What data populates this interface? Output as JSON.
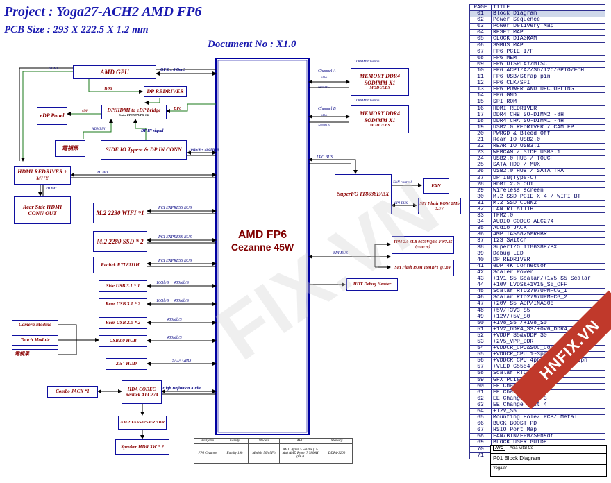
{
  "header": {
    "project": "Project : Yoga27-ACH2 AMD FP6",
    "pcb_size": "PCB Size : 293 X 222.5 X 1.2 mm",
    "document_no": "Document No : X1.0"
  },
  "cpu": {
    "name": "AMD FP6",
    "codename": "Cezanne 45W"
  },
  "blocks": {
    "amd_gpu": "AMD GPU",
    "dp_redriver": "DP REDRIVER",
    "edp_panel": "eDP Panel",
    "dp_hdmi_bridge": "DP/HDMI to eDP bridge",
    "bridge_sub": "Scaler RTD2797UPM-CG",
    "video_switch": "電視果",
    "side_io": "SIDE IO Type-c & DP IN CONN",
    "hdmi_redriver": "HDMI REDRIVER + MUX",
    "rear_hdmi": "Rear Side HDMI CONN OUT",
    "m2_wifi": "M.2 2230 WIFI *1",
    "m2_ssd": "M.2 2280 SSD * 2",
    "lan": "Realtek RTL8111H",
    "side_usb31": "Side USB 3.1 * 1",
    "rear_usb31": "Rear USB 3.1 * 2",
    "rear_usb20": "Rear USB 2.0 * 2",
    "camera": "Camera Module",
    "touch": "Touch Module",
    "video_switch2": "電視果",
    "usb_hub": "USB2.0 HUB",
    "hdd": "2.5\" HDD",
    "combo_jack": "Combo JACK *1",
    "hda_codec": "HDA CODEC Realtek ALC274",
    "amp": "AMP TAS5825MRHBR",
    "speaker": "Speaker HDR 3W * 2",
    "memory_a": "MEMORY DDR4 SODIMM X1",
    "memory_b": "MEMORY DDR4 SODIMM X1",
    "memory_modules": "MODULES",
    "superio": "SuperI/O IT8638E/BX",
    "fan": "FAN",
    "spi_rom_2mb": "SPI Flash ROM 2Mb 3.3V",
    "tpm": "TPM 2.0 SLB 9670VQ2.0 FW7.85 (reserve)",
    "spi_rom_16mb": "SPI Flash ROM 16MB*1 @1.8V",
    "hdt_debug": "HDT Debug Header"
  },
  "bus_labels": {
    "hdmi_gpu": "HDMI",
    "gfx": "GFX x 8 Gen3",
    "dp9": "DP9",
    "edp": "eDP",
    "dp0": "DP0",
    "hdmi_in": "HDMI IN",
    "dp_in_signal": "DP IN signal",
    "side_speed": "10Gb/S + 480Mb/S",
    "hdmi_main": "HDMI",
    "hdmi_rear": "HDMI",
    "pcie_wifi": "PCI EXPRESS BUS",
    "pcie_ssd": "PCI EXPRESS BUS",
    "pcie_lan": "PCI EXPRESS BUS",
    "usb_side": "10Gb/S + 480Mb/S",
    "usb_rear31": "10Gb/S + 480Mb/S",
    "usb_rear20": "480Mb/S",
    "usb_hub": "480Mb/S",
    "sata": "SATA Gen3",
    "hda": "High Definition Audio",
    "channel_a_title": "1DIMM/Channel",
    "channel_a": "Channel A",
    "channel_a_bits": "64 bit",
    "channel_a_mt": "3200MT/s",
    "channel_b_title": "1DIMM/Channel",
    "channel_b": "Channel B",
    "channel_b_bits": "64 bit",
    "channel_b_mt": "3200MT/s",
    "lpc": "LPC BUS",
    "fan_control": "FAN control",
    "spi_bus_sio": "SPI BUS",
    "spi_bus": "SPI BUS"
  },
  "bottom_table": {
    "headers": [
      "Platform",
      "Family",
      "Models",
      "APU",
      "Memory"
    ],
    "row": [
      "FP6 Cezanne",
      "Family 19h",
      "Models 50h-5Fh",
      "AMD Ryzen 5 5600H (U-Ma) AMD Ryzen 7 5800H (DG)",
      "DDR4-3200"
    ]
  },
  "page_table": {
    "header": [
      "PAGE",
      "TITLE"
    ],
    "rows": [
      [
        "01",
        "Block Diagram"
      ],
      [
        "02",
        "Power Sequence"
      ],
      [
        "03",
        "Power Delivery Map"
      ],
      [
        "04",
        "RESET MAP"
      ],
      [
        "05",
        "CLOCK DIAGRAM"
      ],
      [
        "06",
        "SMBUS MAP"
      ],
      [
        "07",
        "FP6 PCIE I/F"
      ],
      [
        "08",
        "FP6 MEM"
      ],
      [
        "09",
        "FP6 DISPLAY/MISC"
      ],
      [
        "10",
        "FP6 ACPI/AZ/SD/I2C/GPIO/FCH"
      ],
      [
        "11",
        "FP6 USB/Strap pin"
      ],
      [
        "12",
        "FP6 CLK/SPI"
      ],
      [
        "13",
        "FP6 POWER AND DECOUPLING"
      ],
      [
        "14",
        "FP6 GND"
      ],
      [
        "15",
        "SPI ROM"
      ],
      [
        "16",
        "HDMI REDRIVER"
      ],
      [
        "17",
        "DDR4 CHB SO-DIMM2 -8H"
      ],
      [
        "18",
        "DDR4 CHA SO-DIMM1 -4H"
      ],
      [
        "19",
        "USB2.0 REDRIVER / CAM FP"
      ],
      [
        "20",
        "PWRGD & Bleed Off"
      ],
      [
        "21",
        "Rear IO USB2.0"
      ],
      [
        "22",
        "REAR IO USB3.1"
      ],
      [
        "23",
        "WEBCAM / SIDE USB3.1"
      ],
      [
        "24",
        "USB2.0 HUB / TOUCH"
      ],
      [
        "25",
        "SATA HDD / MUX"
      ],
      [
        "26",
        "USB2.0 HUB / SATA TRA"
      ],
      [
        "27",
        "DP IN(Type-C)"
      ],
      [
        "28",
        "HDMI 2.0 OUT"
      ],
      [
        "29",
        "Wireless screen"
      ],
      [
        "30",
        "M.2 SSD PCIE X 4 / WIFI BT"
      ],
      [
        "31",
        "M.2 SSD CONN2"
      ],
      [
        "32",
        "LAN RTL8111H"
      ],
      [
        "33",
        "TPM2.0"
      ],
      [
        "34",
        "AUDIO CODEC ALC274"
      ],
      [
        "35",
        "Audio JACK"
      ],
      [
        "36",
        "AMP TAS5825MRHBR"
      ],
      [
        "37",
        "I2S Switch"
      ],
      [
        "38",
        "SuperI/O IT8638E/BX"
      ],
      [
        "39",
        "Debug LED"
      ],
      [
        "40",
        "DP REDRIVER"
      ],
      [
        "41",
        "eDP 4K Connector"
      ],
      [
        "42",
        "Scaler Power"
      ],
      [
        "43",
        "+1V1_S5_Scalar/+1V5_S5_Scalar"
      ],
      [
        "44",
        "+10V LVDS&+1V15_S5_OFF"
      ],
      [
        "45",
        "Scalar RTD2797UPM-CG_1"
      ],
      [
        "46",
        "Scalar RTD2797UPM-CG_2"
      ],
      [
        "47",
        "+20V_S5_ADP/INA300"
      ],
      [
        "48",
        "+5V/+3V3_S5"
      ],
      [
        "49",
        "+12V/+5V_S0"
      ],
      [
        "50",
        "+1V8_S5 /+1V8_S0"
      ],
      [
        "51",
        "+1V2_DDR4_S3/+0V6_DDR4_VTT"
      ],
      [
        "52",
        "+VDDP_S5&VDDP_S0"
      ],
      [
        "53",
        "+2V5_VPP_DDR"
      ],
      [
        "54",
        "+VDDCR_CPU&SOC_Controller"
      ],
      [
        "55",
        "+VDDCR_CPU 1~3ph Out"
      ],
      [
        "56",
        "+VDDCR_CPU 4ph+VDDCR_SOC 1ph"
      ],
      [
        "57",
        "+VLED_G5554_QHD"
      ],
      [
        "58",
        "Scalar RTD2797UPM-CG_3"
      ],
      [
        "59",
        "GFX PCIe Interface"
      ],
      [
        "60",
        "EE Change List 1"
      ],
      [
        "61",
        "EE Change List 2"
      ],
      [
        "62",
        "EE Change List 3"
      ],
      [
        "63",
        "EE Change List 4"
      ],
      [
        "64",
        "+12V_S5"
      ],
      [
        "65",
        "Mounting Hole/ PCB/ Metal"
      ],
      [
        "66",
        "BUCK BOOST PD"
      ],
      [
        "67",
        "HSIO Port Map"
      ],
      [
        "68",
        "FAN/BTN/FPM/Sensor"
      ],
      [
        "69",
        "BLOCK USER GUIDE"
      ],
      [
        "70",
        "+3V3_S0"
      ],
      [
        "71",
        ""
      ]
    ]
  },
  "title_block": {
    "company": "Asia Vital Co",
    "title": "P01 Block Diagram",
    "project": "Yoga27"
  },
  "watermark": {
    "main": "FIX.VN",
    "corner": "HNFIX.VN"
  },
  "colors": {
    "cpu_border": "#0000a0",
    "block_text": "#8a0000",
    "bus_text": "#000080",
    "green_line": "#1a7a1a",
    "watermark_corner": "#c0392b"
  }
}
